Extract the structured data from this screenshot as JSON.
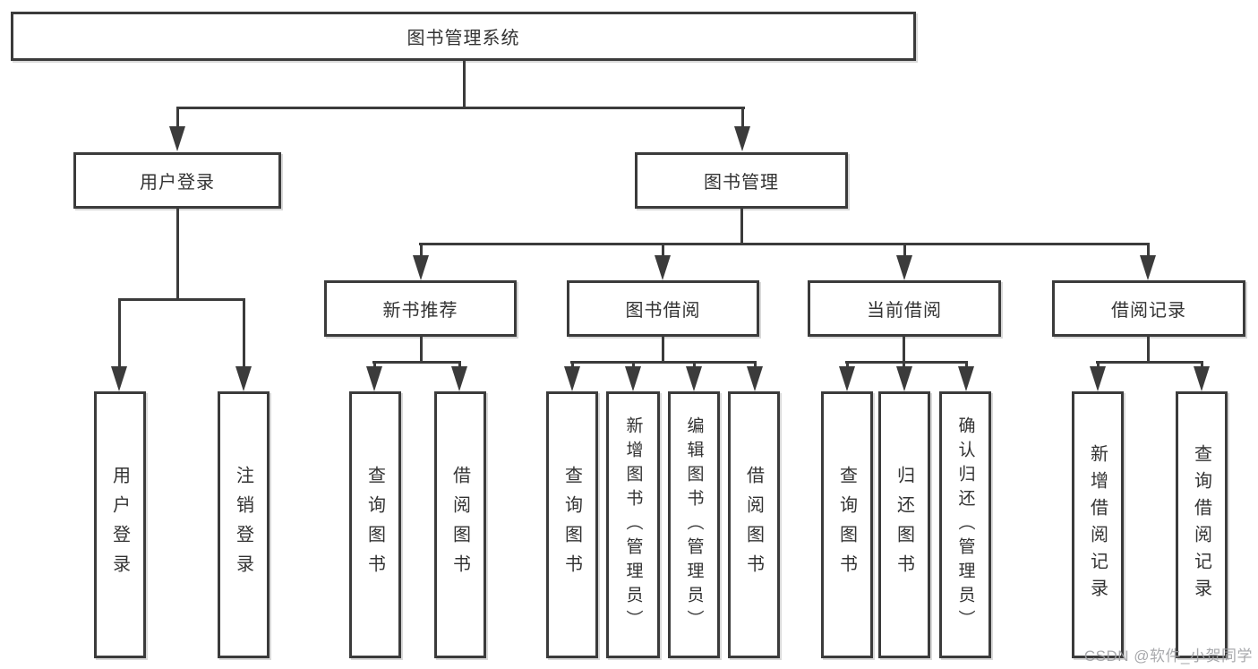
{
  "colors": {
    "line": "#3b3b3b",
    "text": "#333333",
    "box_background": "#ffffff",
    "watermark": "#9fa0a4"
  },
  "tree": {
    "root": {
      "label": "图书管理系统",
      "children": [
        {
          "label": "用户登录",
          "children": [
            {
              "label": "用户登录"
            },
            {
              "label": "注销登录"
            }
          ]
        },
        {
          "label": "图书管理",
          "children": [
            {
              "label": "新书推荐",
              "children": [
                {
                  "label": "查询图书"
                },
                {
                  "label": "借阅图书"
                }
              ]
            },
            {
              "label": "图书借阅",
              "children": [
                {
                  "label": "查询图书"
                },
                {
                  "label": "新增图书（管理员）"
                },
                {
                  "label": "编辑图书（管理员）"
                },
                {
                  "label": "借阅图书"
                }
              ]
            },
            {
              "label": "当前借阅",
              "children": [
                {
                  "label": "查询图书"
                },
                {
                  "label": "归还图书"
                },
                {
                  "label": "确认归还（管理员）"
                }
              ]
            },
            {
              "label": "借阅记录",
              "children": [
                {
                  "label": "新增借阅记录"
                },
                {
                  "label": "查询借阅记录"
                }
              ]
            }
          ]
        }
      ]
    }
  },
  "watermark": "CSDN @软件_小贺同学"
}
